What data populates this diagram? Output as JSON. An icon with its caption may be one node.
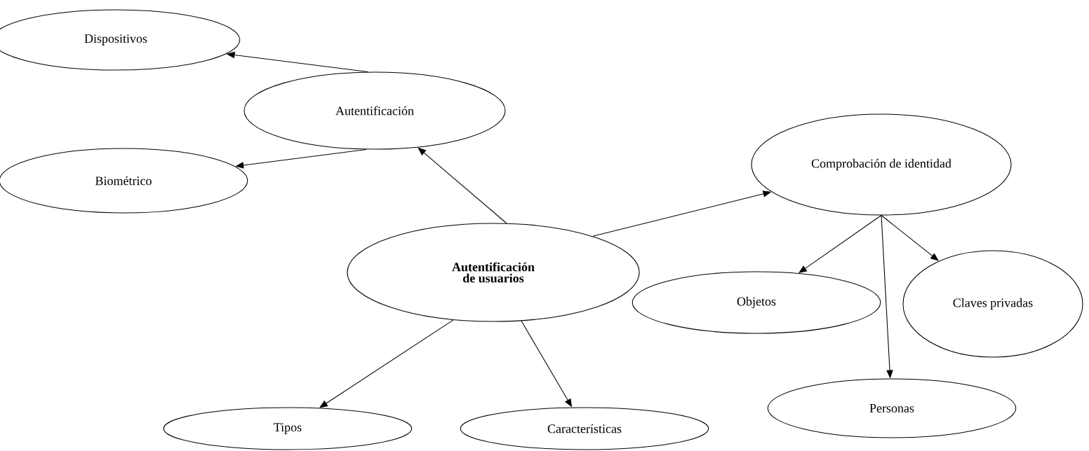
{
  "diagram": {
    "nodes": [
      {
        "text": [
          "Autentificación de usuarios"
        ]
      },
      {
        "text": [
          "Autentificación"
        ]
      },
      {
        "text": [
          "Dispositivos"
        ]
      },
      {
        "text": [
          "Biométrico"
        ]
      },
      {
        "text": [
          "Comprobación de identidad"
        ]
      },
      {
        "text": [
          "Objetos"
        ]
      },
      {
        "text": [
          "Claves privadas"
        ]
      },
      {
        "text": [
          "Personas"
        ]
      },
      {
        "text": [
          "Tipos"
        ]
      },
      {
        "text": [
          "Características"
        ]
      }
    ],
    "edges": [
      {
        "from": 0,
        "to": 1,
        "arrow": "to"
      },
      {
        "from": 1,
        "to": 2,
        "arrow": "to"
      },
      {
        "from": 1,
        "to": 3,
        "arrow": "to"
      },
      {
        "from": 0,
        "to": 4,
        "arrow": "to"
      },
      {
        "from": 4,
        "to": 5,
        "arrow": "to"
      },
      {
        "from": 4,
        "to": 7,
        "arrow": "to"
      },
      {
        "from": 4,
        "to": 6,
        "arrow": "to"
      },
      {
        "from": 0,
        "to": 8,
        "arrow": "to"
      },
      {
        "from": 0,
        "to": 9,
        "arrow": "to"
      }
    ]
  }
}
